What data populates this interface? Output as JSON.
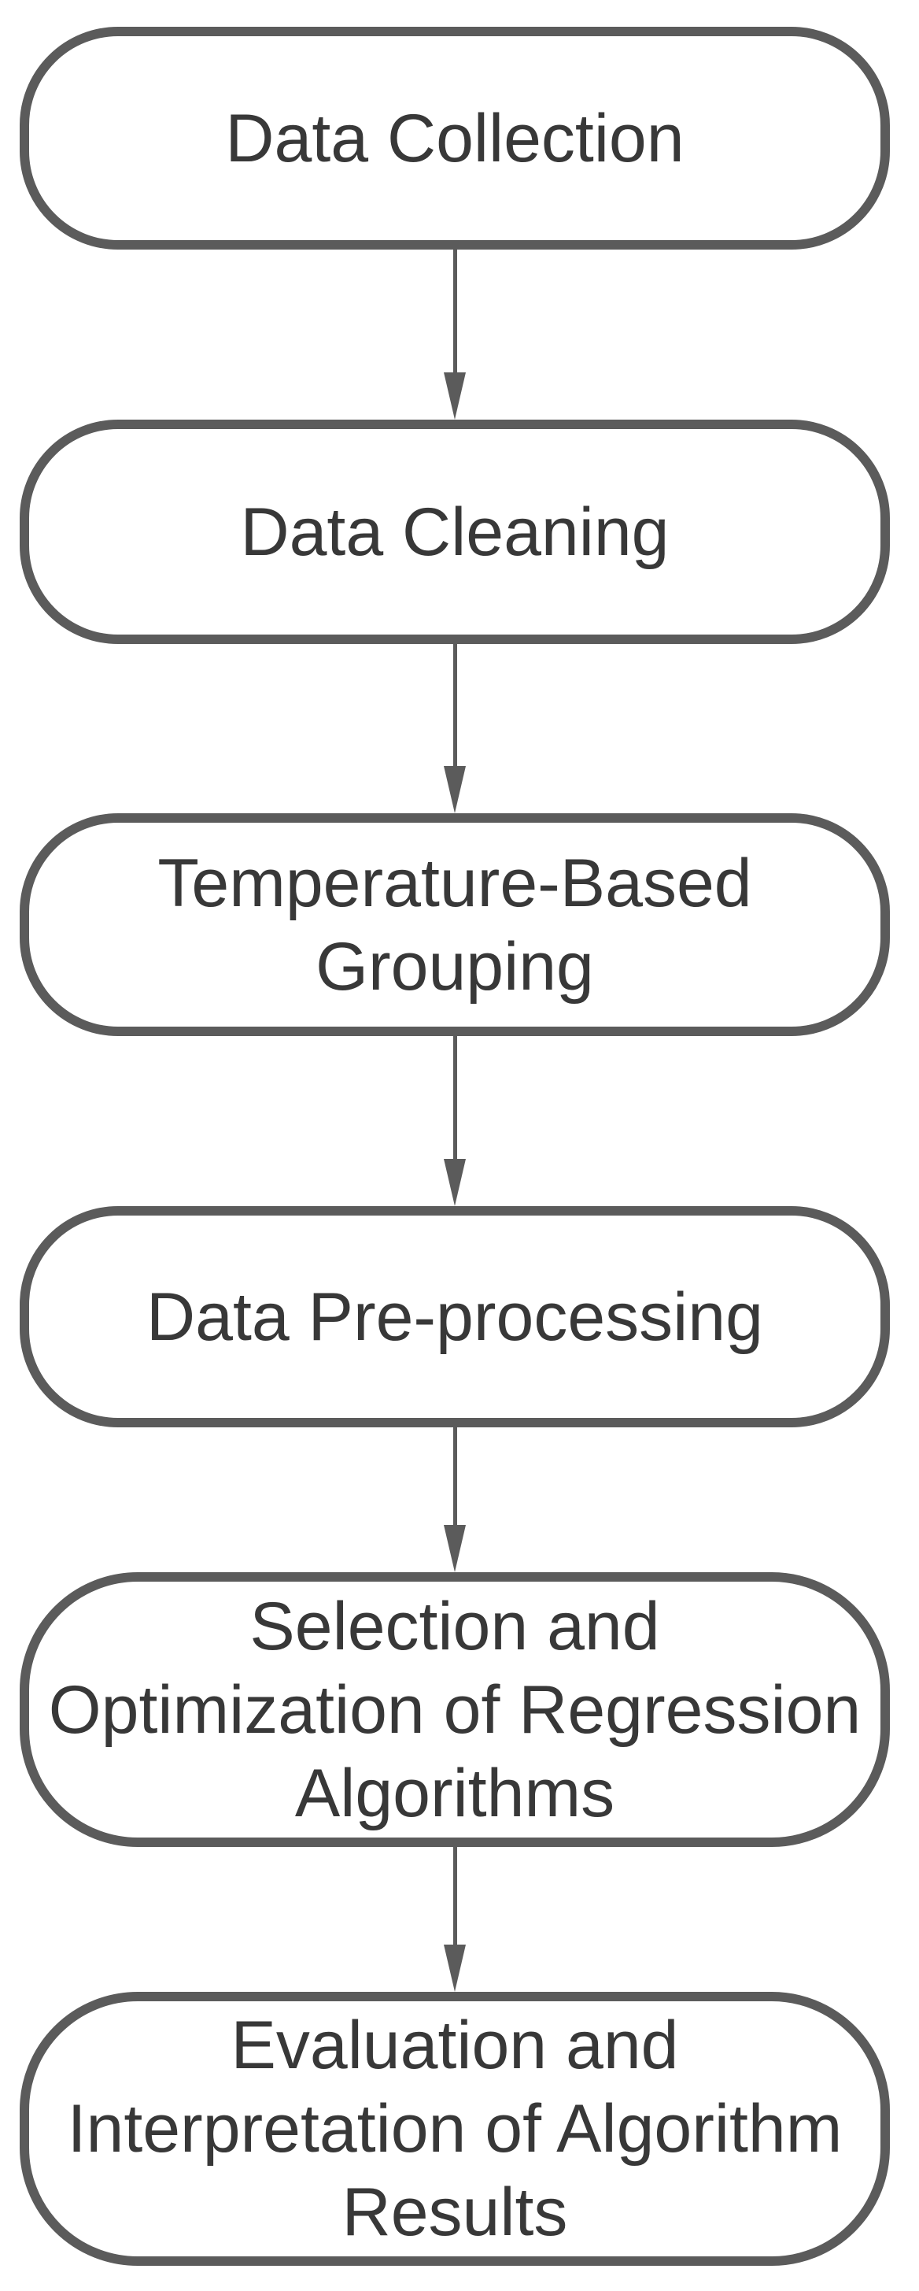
{
  "flowchart": {
    "nodes": [
      {
        "label": "Data Collection",
        "lines": [
          "Data Collection"
        ]
      },
      {
        "label": "Data Cleaning",
        "lines": [
          "Data Cleaning"
        ]
      },
      {
        "label": "Temperature-Based Grouping",
        "lines": [
          "Temperature-Based",
          "Grouping"
        ]
      },
      {
        "label": "Data Pre-processing",
        "lines": [
          "Data Pre-processing"
        ]
      },
      {
        "label": "Selection and Optimization of Regression Algorithms",
        "lines": [
          "Selection and",
          "Optimization of Regression",
          "Algorithms"
        ]
      },
      {
        "label": "Evaluation and Interpretation of Algorithm Results",
        "lines": [
          "Evaluation and",
          "Interpretation of Algorithm",
          "Results"
        ]
      }
    ],
    "edges": [
      {
        "from": "Data Collection",
        "to": "Data Cleaning"
      },
      {
        "from": "Data Cleaning",
        "to": "Temperature-Based Grouping"
      },
      {
        "from": "Temperature-Based Grouping",
        "to": "Data Pre-processing"
      },
      {
        "from": "Data Pre-processing",
        "to": "Selection and Optimization of Regression Algorithms"
      },
      {
        "from": "Selection and Optimization of Regression Algorithms",
        "to": "Evaluation and Interpretation of Algorithm Results"
      }
    ],
    "colors": {
      "node_border": "#5b5b5b",
      "node_fill": "#ffffff",
      "text": "#383838",
      "arrow": "#5b5b5b",
      "background": "#ffffff"
    }
  }
}
